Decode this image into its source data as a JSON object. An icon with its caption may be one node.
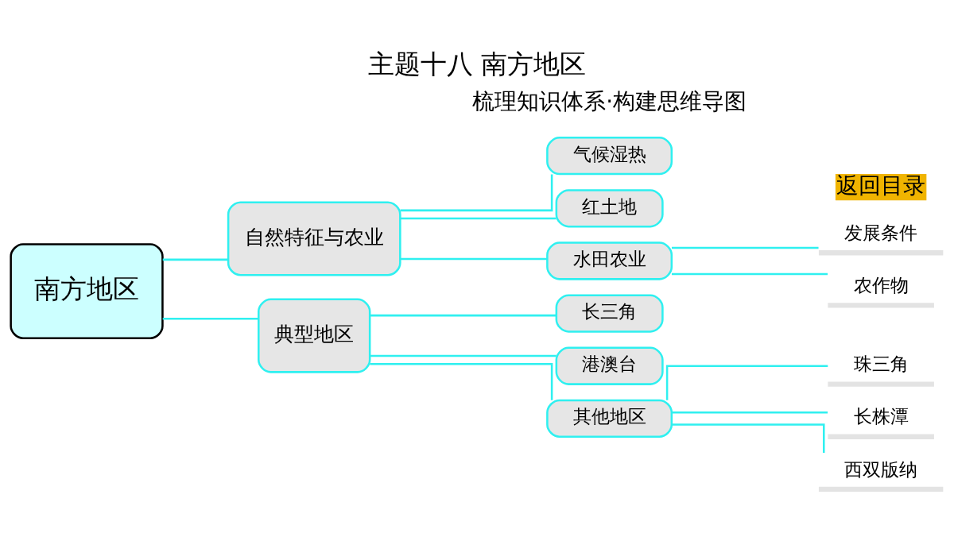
{
  "diagram": {
    "title": "主题十八 南方地区",
    "nodes": [
      {
        "text": [
          "南方地区"
        ]
      },
      {
        "text": [
          "自然特征与农业"
        ]
      },
      {
        "text": [
          "气候湿热"
        ]
      },
      {
        "text": [
          "红土地"
        ]
      },
      {
        "text": [
          "水田农业"
        ]
      },
      {
        "text": [
          "发展条件"
        ]
      },
      {
        "text": [
          "农作物"
        ]
      },
      {
        "text": [
          "典型地区"
        ]
      },
      {
        "text": [
          "长三角"
        ]
      },
      {
        "text": [
          "港澳台"
        ]
      },
      {
        "text": [
          "其他地区"
        ]
      },
      {
        "text": [
          "珠三角"
        ]
      },
      {
        "text": [
          "长株潭"
        ]
      },
      {
        "text": [
          "西双版纳"
        ]
      }
    ],
    "edges": [
      {
        "from": 0,
        "to": 1,
        "arrow": "none"
      },
      {
        "from": 0,
        "to": 7,
        "arrow": "none"
      },
      {
        "from": 1,
        "to": 2,
        "arrow": "none"
      },
      {
        "from": 1,
        "to": 3,
        "arrow": "none"
      },
      {
        "from": 1,
        "to": 4,
        "arrow": "none"
      },
      {
        "from": 4,
        "to": 5,
        "arrow": "none"
      },
      {
        "from": 4,
        "to": 6,
        "arrow": "none"
      },
      {
        "from": 7,
        "to": 8,
        "arrow": "none"
      },
      {
        "from": 7,
        "to": 9,
        "arrow": "none"
      },
      {
        "from": 7,
        "to": 10,
        "arrow": "none"
      },
      {
        "from": 10,
        "to": 11,
        "arrow": "none"
      },
      {
        "from": 10,
        "to": 12,
        "arrow": "none"
      },
      {
        "from": 10,
        "to": 13,
        "arrow": "none"
      }
    ],
    "labels": [
      "返回目录",
      "梳理知识体系·构建思维导图"
    ]
  }
}
